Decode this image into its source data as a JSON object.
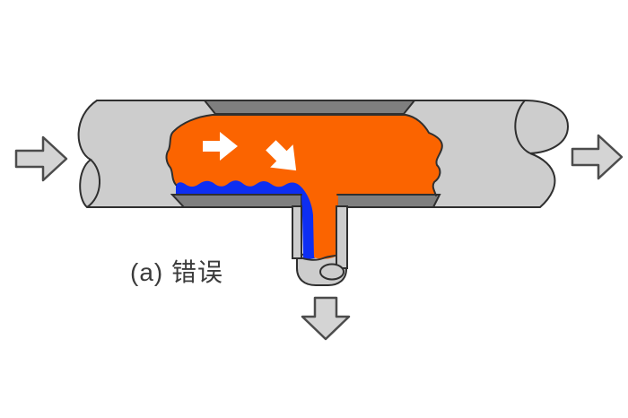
{
  "caption": {
    "text": "(a) 错误"
  },
  "colors": {
    "background": "#ffffff",
    "pipe_fill": "#cdcdcd",
    "pipe_outline": "#2f2f2f",
    "cut_wall_fill": "#7f7f7f",
    "fluid_orange": "#fb6400",
    "fluid_blue": "#0d2ef2",
    "flow_arrow_fill": "#ffffff",
    "io_arrow_fill": "#d4d4d4",
    "io_arrow_outline": "#4c4c4c",
    "caption_text": "#3b3b3b"
  },
  "icons": {
    "inlet_arrow": "block-arrow-right",
    "outlet_arrow": "block-arrow-right",
    "branch_outlet_arrow": "block-arrow-down",
    "main_flow_arrow": "solid-arrow-right",
    "branch_flow_arrow": "solid-arrow-down-right"
  }
}
